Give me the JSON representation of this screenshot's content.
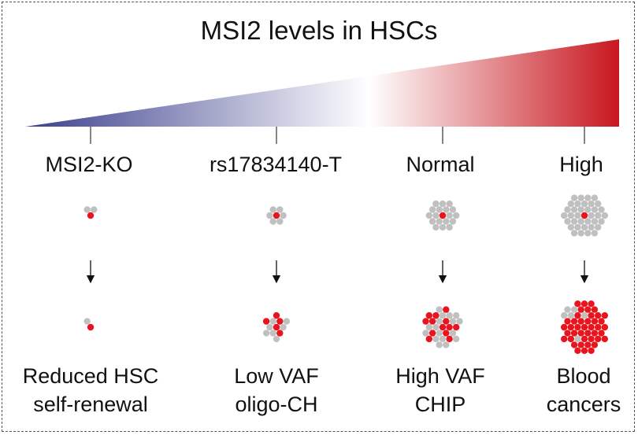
{
  "title": "MSI2 levels in HSCs",
  "gradient": {
    "low_color": "#3b3f8c",
    "mid_color": "#ffffff",
    "high_color": "#c8161e"
  },
  "colors": {
    "hsc_dot": "#c0c0c0",
    "marked_dot": "#e8141e",
    "arrow": "#111111"
  },
  "conditions": [
    {
      "label": "MSI2-KO",
      "before_cells": 3,
      "before_marked": 1,
      "after_cells": 2,
      "after_marked": 1,
      "outcome_line1": "Reduced HSC",
      "outcome_line2": "self-renewal"
    },
    {
      "label": "rs17834140-T",
      "before_cells": 7,
      "before_marked": 1,
      "after_cells": 12,
      "after_marked": 5,
      "outcome_line1": "Low VAF",
      "outcome_line2": "oligo-CH"
    },
    {
      "label": "Normal",
      "before_cells": 19,
      "before_marked": 1,
      "after_cells": 30,
      "after_marked": 13,
      "outcome_line1": "High VAF",
      "outcome_line2": "CHIP"
    },
    {
      "label": "High",
      "before_cells": 37,
      "before_marked": 1,
      "after_cells": 48,
      "after_marked": 42,
      "outcome_line1": "Blood",
      "outcome_line2": "cancers"
    }
  ]
}
